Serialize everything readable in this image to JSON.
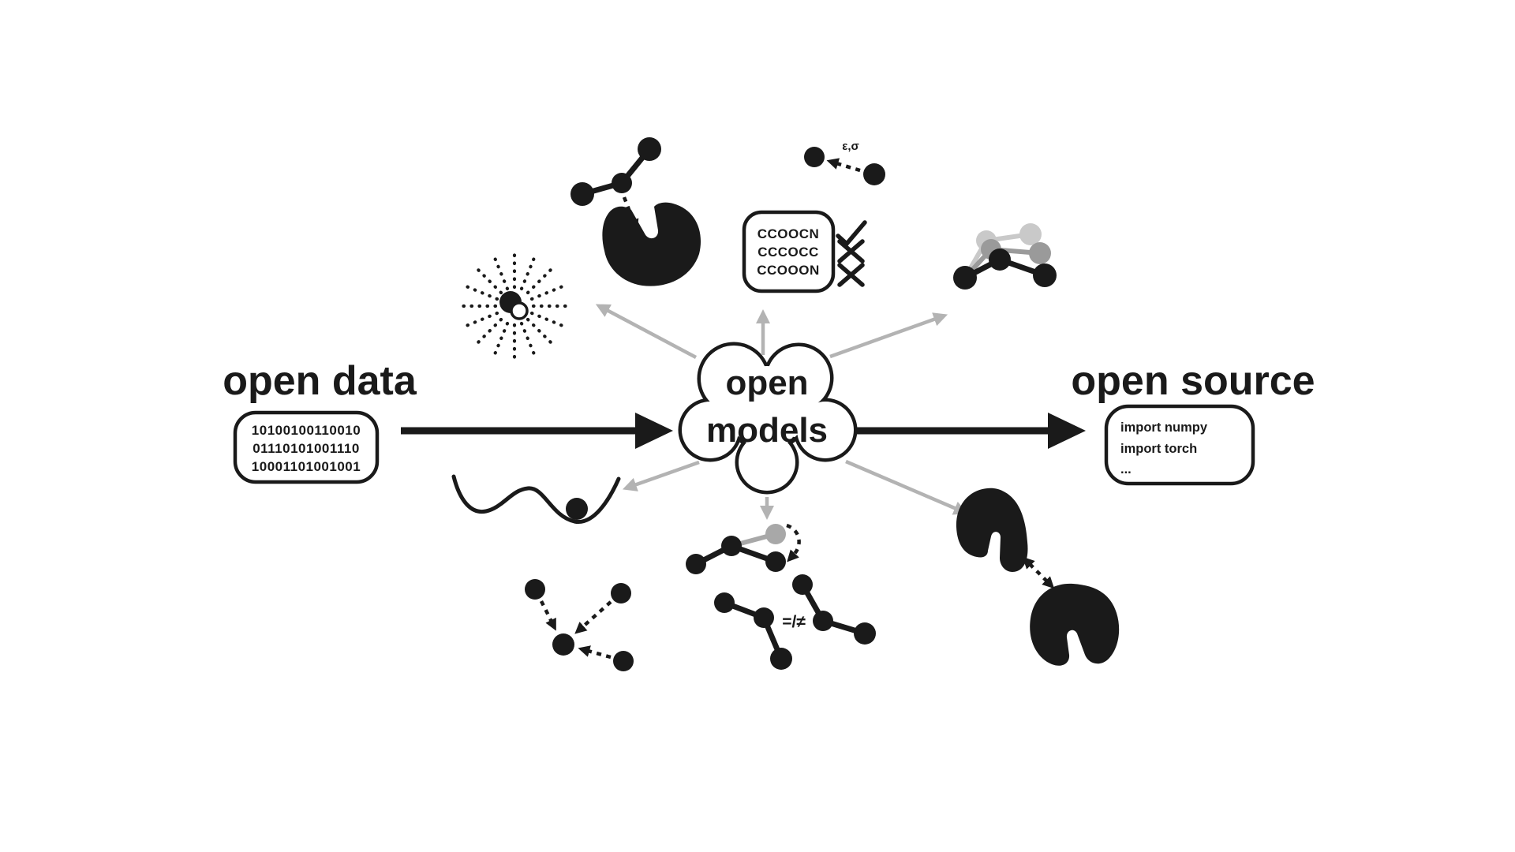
{
  "colors": {
    "ink": "#1a1a1a",
    "arrow_gray": "#b3b3b3",
    "atom_gray": "#a8a8a8",
    "atom_mid_gray": "#9a9a9a",
    "atom_light_gray": "#c9c9c9",
    "background": "#ffffff"
  },
  "left": {
    "title": "open data",
    "binary_lines": [
      "10100100110010",
      "01110101001110",
      "10001101001001"
    ]
  },
  "cloud": {
    "line1": "open",
    "line2": "models"
  },
  "right": {
    "title": "open source",
    "code_lines": [
      "import numpy",
      "import torch",
      "..."
    ]
  },
  "smiles_box": {
    "rows": [
      {
        "smiles": "CCOOCN",
        "valid": true
      },
      {
        "smiles": "CCCOCC",
        "valid": false
      },
      {
        "smiles": "CCOOON",
        "valid": false
      }
    ]
  },
  "annotations": {
    "pair_params": "ε,σ",
    "same_or_not": "=/≠"
  }
}
